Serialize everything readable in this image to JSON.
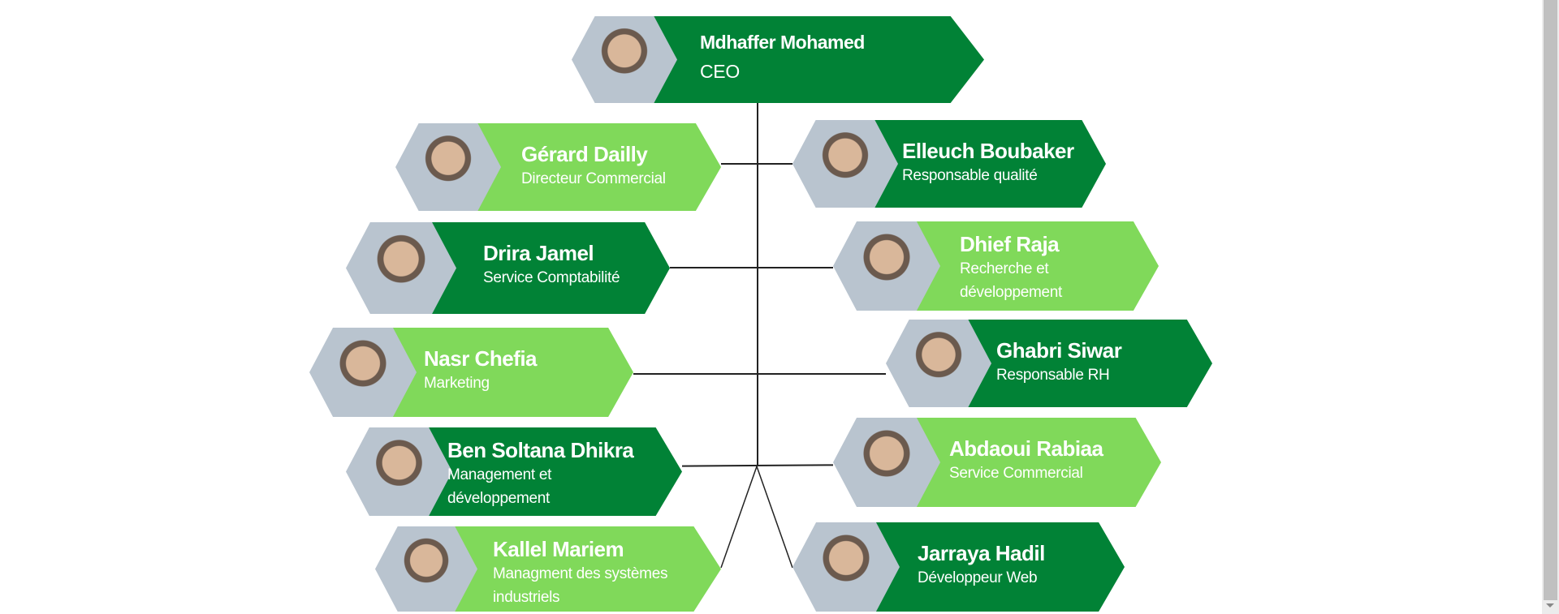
{
  "ceo": {
    "name": "Mdhaffer Mohamed",
    "role": "CEO"
  },
  "people": [
    {
      "name": "Gérard  Dailly",
      "role": "Directeur Commercial",
      "tone": "light"
    },
    {
      "name": "Elleuch Boubaker",
      "role": "Responsable qualité",
      "tone": "dark"
    },
    {
      "name": "Drira Jamel",
      "role": "Service Comptabilité",
      "tone": "dark"
    },
    {
      "name": "Dhief Raja",
      "role": "Recherche  et développement",
      "tone": "light"
    },
    {
      "name": "Nasr Chefia",
      "role": "Marketing",
      "tone": "light"
    },
    {
      "name": "Ghabri Siwar",
      "role": "Responsable RH",
      "tone": "dark"
    },
    {
      "name": "Ben Soltana  Dhikra",
      "role": " Management et développement",
      "tone": "dark"
    },
    {
      "name": "Abdaoui  Rabiaa",
      "role": "Service Commercial",
      "tone": "light"
    },
    {
      "name": "Kallel Mariem",
      "role": "Managment des systèmes industriels",
      "tone": "light"
    },
    {
      "name": "Jarraya  Hadil",
      "role": "Développeur Web",
      "tone": "dark"
    }
  ],
  "colors": {
    "dark": "#018236",
    "light": "#80d95a"
  }
}
